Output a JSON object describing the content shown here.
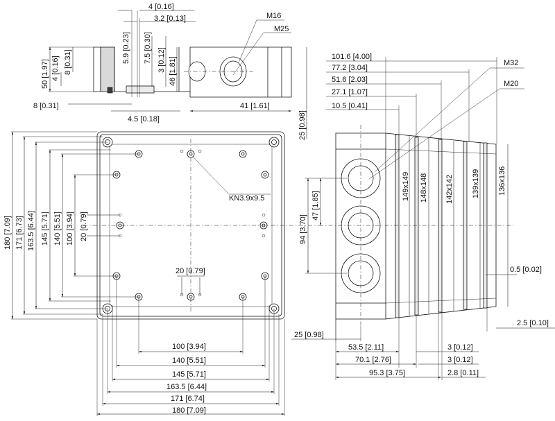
{
  "labels": {
    "top_4": "4 [0.16]",
    "top_32": "3.2 [0.13]",
    "m16": "M16",
    "m25": "M25",
    "d_59": "5.9 [0.23]",
    "d_75": "7.5 [0.30]",
    "d_3": "3 [0.12]",
    "d_46": "46 [1.81]",
    "d_50": "50 [1.97]",
    "d_4": "4 [0.16]",
    "d_8v": "8 [0.31]",
    "d_8h": "8 [0.31]",
    "d_45": "4.5 [0.18]",
    "d_41": "41 [1.61]",
    "d_25v": "25 [0.98]",
    "r_1016": "101.6 [4.00]",
    "r_772": "77.2 [3.04]",
    "r_516": "51.6 [2.03]",
    "r_271": "27.1 [1.07]",
    "r_105": "10.5 [0.41]",
    "m32": "M32",
    "m20": "M20",
    "s_149": "149x149",
    "s_148": "148x148",
    "s_142": "142x142",
    "s_139": "139x139",
    "s_136": "136x136",
    "v_94": "94 [3.70]",
    "v_47": "47 [1.85]",
    "r_05": "0.5 [0.02]",
    "r_25h": "2.5 [0.10]",
    "r_25b": "25 [0.98]",
    "r_535": "53.5 [2.11]",
    "r_701": "70.1 [2.76]",
    "r_953": "95.3 [3.75]",
    "r_3a": "3 [0.12]",
    "r_3b": "3 [0.12]",
    "r_28": "2.8 [0.11]",
    "kn": "KN3.9x9.5",
    "f_20h": "20 [0.79]",
    "f_20v": "20 [0.79]",
    "v_180": "180 [7.09]",
    "v_171": "171 [6.73]",
    "v_1635": "163.5 [6.44]",
    "v_145": "145 [5.71]",
    "v_140": "140 [5.51]",
    "v_100": "100 [3.94]",
    "b_100": "100 [3.94]",
    "b_140": "140 [5.51]",
    "b_145": "145 [5.71]",
    "b_1635": "163.5 [6.44]",
    "b_171": "171 [6.74]",
    "b_180": "180 [7.09]"
  }
}
